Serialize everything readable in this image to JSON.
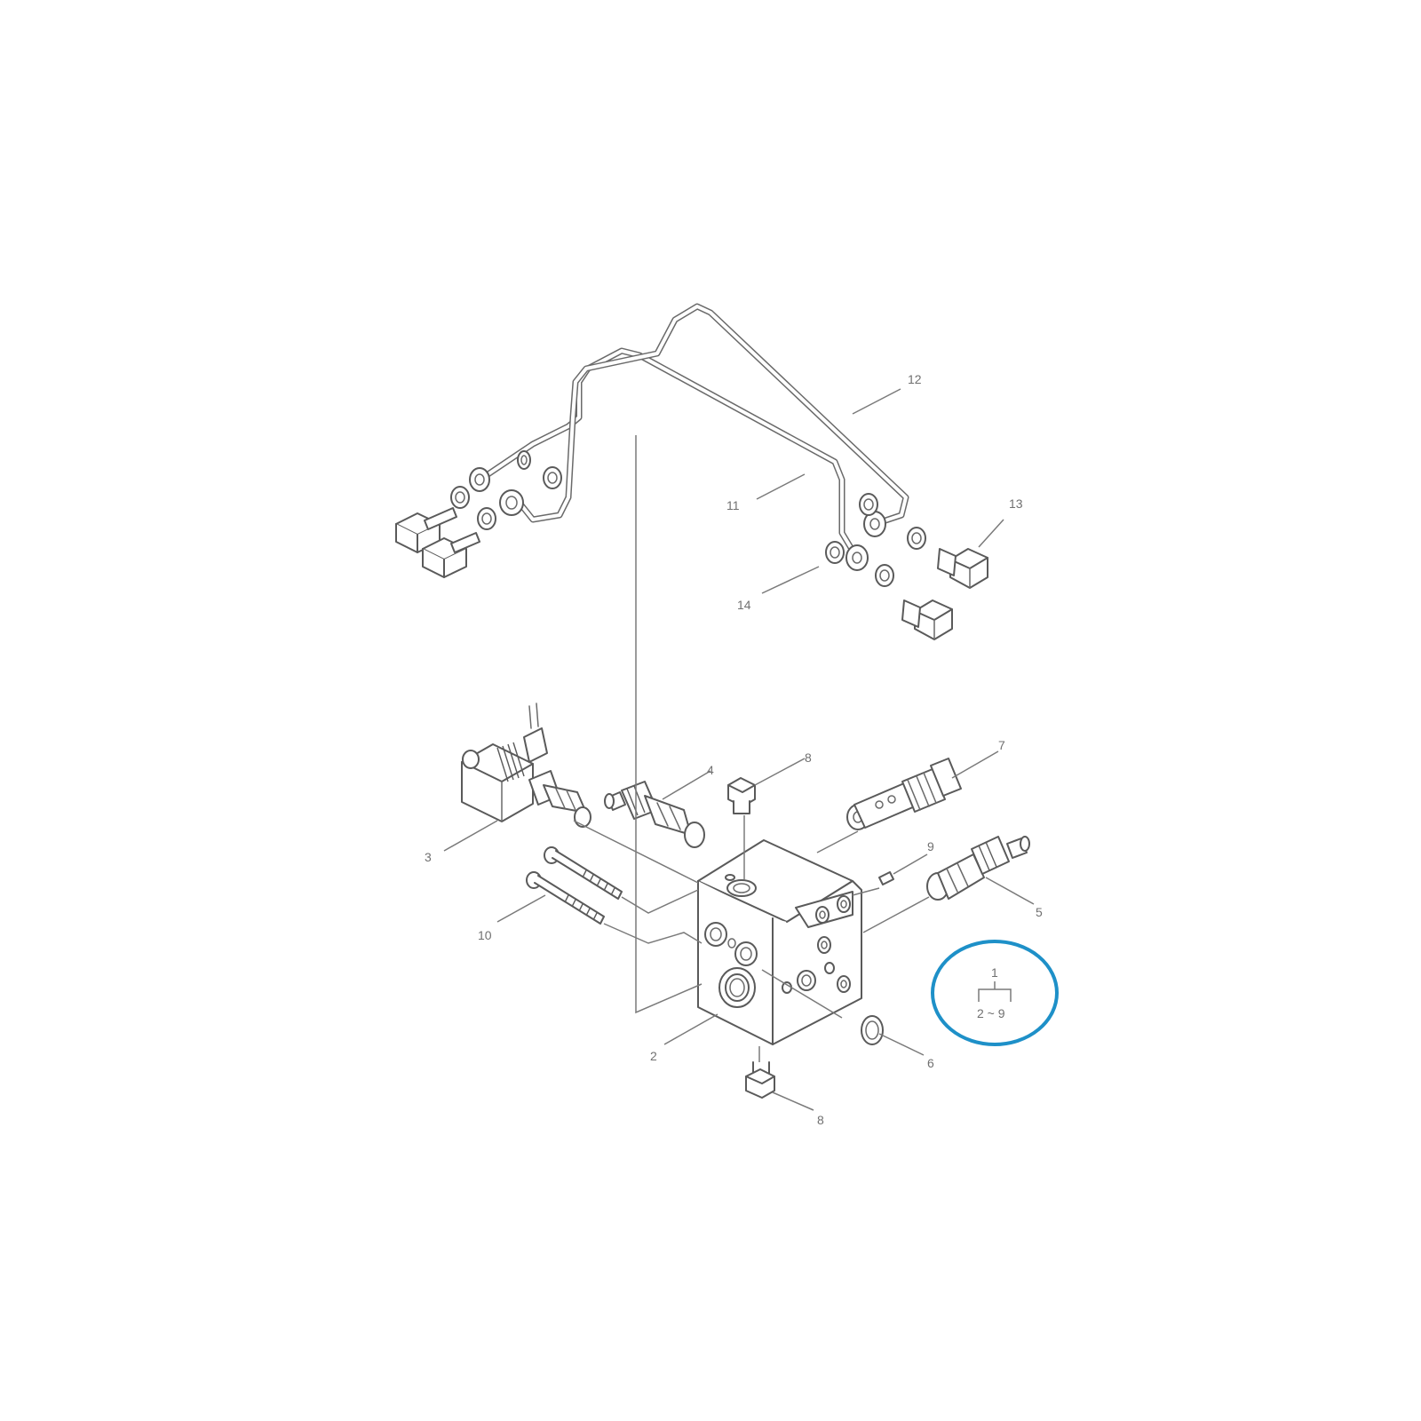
{
  "callouts": {
    "c12": "12",
    "c11": "11",
    "c13": "13",
    "c14": "14",
    "c3": "3",
    "c4": "4",
    "c8_top": "8",
    "c7": "7",
    "c9": "9",
    "c5": "5",
    "c10": "10",
    "c2": "2",
    "c6": "6",
    "c8_bottom": "8"
  },
  "assembly_note": {
    "parent": "1",
    "range": "2 ~ 9"
  },
  "colors": {
    "line": "#5a5a5a",
    "callout_text": "#707070",
    "highlight_circle": "#1e90c8"
  },
  "icons": {
    "highlight": "circle-highlight-icon"
  }
}
